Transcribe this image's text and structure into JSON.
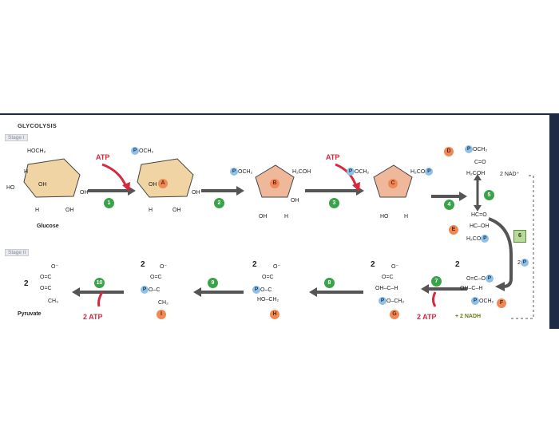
{
  "header": {
    "title": "GLYCOLYSIS"
  },
  "stages": {
    "stage1": "Stage I",
    "stage2": "Stage II"
  },
  "labels": {
    "glucose": "Glucose",
    "pyruvate": "Pyruvate",
    "atp": "ATP",
    "atp2": "2 ATP",
    "nad": "2 NAD⁺",
    "nadh": "+ 2 NADH",
    "p_char": "P",
    "two": "2",
    "two_p": "2",
    "hoch2": "HOCH₂",
    "och2": "OCH₂",
    "h2coh": "H₂COH",
    "h2co": "H₂CO",
    "h2coh2": "H₂COH",
    "c_eq_o": "C=O",
    "hc_eq_o": "HC=O",
    "hc_oh": "HC–OH",
    "h2co_b": "H₂CO",
    "oc_o": "O=C–O",
    "oh_ch": "OH–C–H",
    "oh_ch2": "OH–C–H",
    "o_ch2": "O–CH₂",
    "ho_ch2": "HO–CH₂",
    "o_c": "O=C",
    "o_minus": "O⁻",
    "po_c": "O–C",
    "ch2": "CH₂",
    "ch3": "CH₃",
    "h": "H",
    "oh": "OH",
    "ho": "HO"
  },
  "steps": [
    "1",
    "2",
    "3",
    "4",
    "5",
    "6",
    "7",
    "8",
    "9",
    "10"
  ],
  "intermediates": [
    "A",
    "B",
    "C",
    "D",
    "E",
    "F",
    "G",
    "H",
    "I"
  ],
  "colors": {
    "step": "#3aa34a",
    "letter": "#ee8a55",
    "phosphate": "#8fc0e6",
    "atp": "#d8283e",
    "ring": "#f1d4a3",
    "ringB": "#f0b89a"
  }
}
